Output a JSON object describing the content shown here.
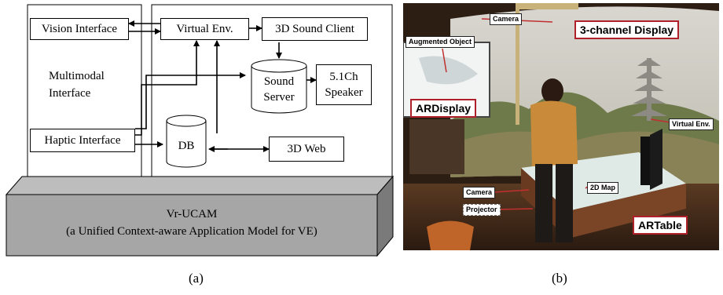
{
  "diagram_a": {
    "vision_interface": "Vision Interface",
    "virtual_env": "Virtual Env.",
    "sound_client": "3D Sound Client",
    "multimodal_line1": "Multimodal",
    "multimodal_line2": "Interface",
    "sound_server_line1": "Sound",
    "sound_server_line2": "Server",
    "speaker_line1": "5.1Ch",
    "speaker_line2": "Speaker",
    "haptic_interface": "Haptic Interface",
    "db": "DB",
    "web": "3D Web",
    "vrucam_title": "Vr-UCAM",
    "vrucam_subtitle": "(a Unified Context-aware Application Model for VE)"
  },
  "photo_b": {
    "camera_top": "Camera",
    "display_3ch": "3-channel Display",
    "augmented_object": "Augmented Object",
    "ardisplay": "ARDisplay",
    "virtual_env": "Virtual Env.",
    "camera_bottom": "Camera",
    "projector": "Projector",
    "map_2d": "2D Map",
    "artable": "ARTable"
  },
  "captions": {
    "a": "(a)",
    "b": "(b)"
  }
}
